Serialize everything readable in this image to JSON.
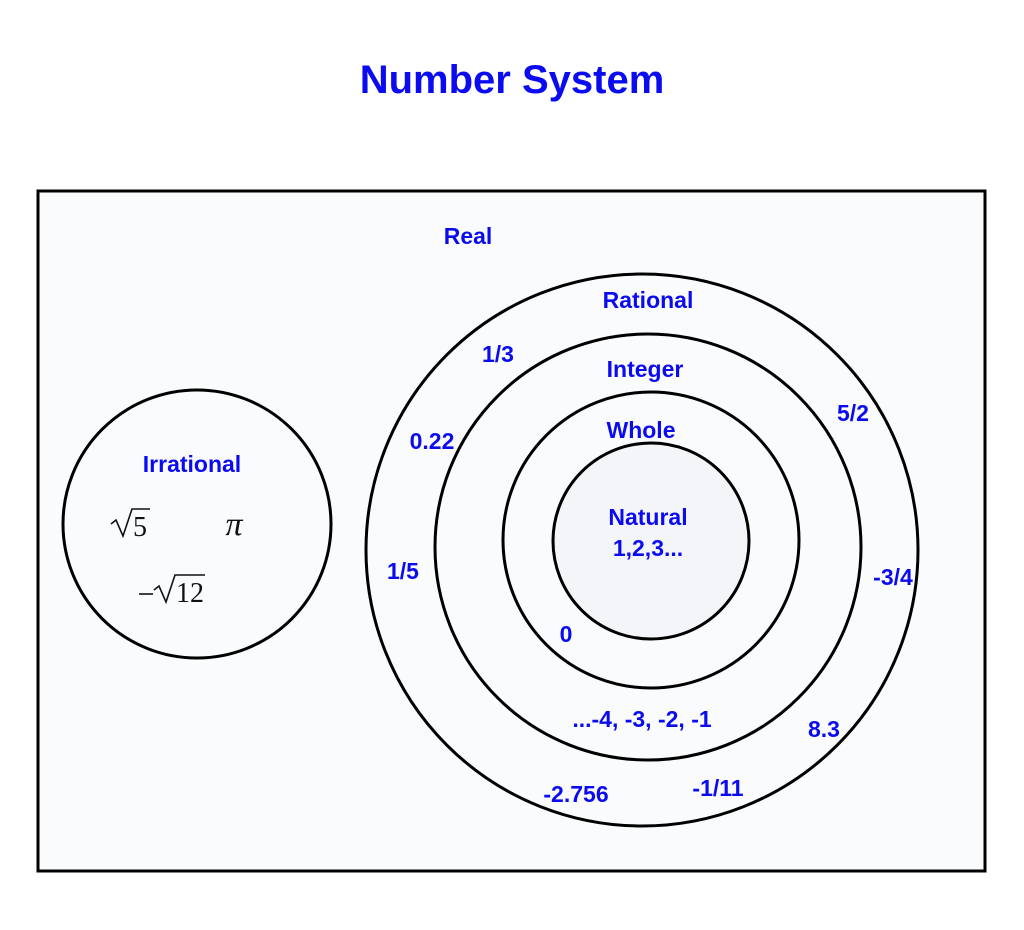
{
  "title": "Number System",
  "sets": {
    "real": "Real",
    "rational": "Rational",
    "integer": "Integer",
    "whole": "Whole",
    "natural": "Natural",
    "natural_examples": "1,2,3...",
    "irrational": "Irrational"
  },
  "rational_examples": {
    "one_third": "1/3",
    "zero_point_two_two": "0.22",
    "one_fifth": "1/5",
    "five_halves": "5/2",
    "neg_three_quarters": "-3/4",
    "eight_point_three": "8.3",
    "neg_one_eleventh": "-1/11",
    "neg_two_point_seven_five_six": "-2.756"
  },
  "integer_examples": "...-4, -3, -2, -1",
  "whole_examples": "0",
  "irrational_examples": {
    "sqrt_five": "5",
    "pi": "π",
    "neg_sqrt_twelve": "12"
  },
  "colors": {
    "label_text": "#0b0bf0",
    "lines": "#000000",
    "panel_fill": "#fafbfd"
  }
}
